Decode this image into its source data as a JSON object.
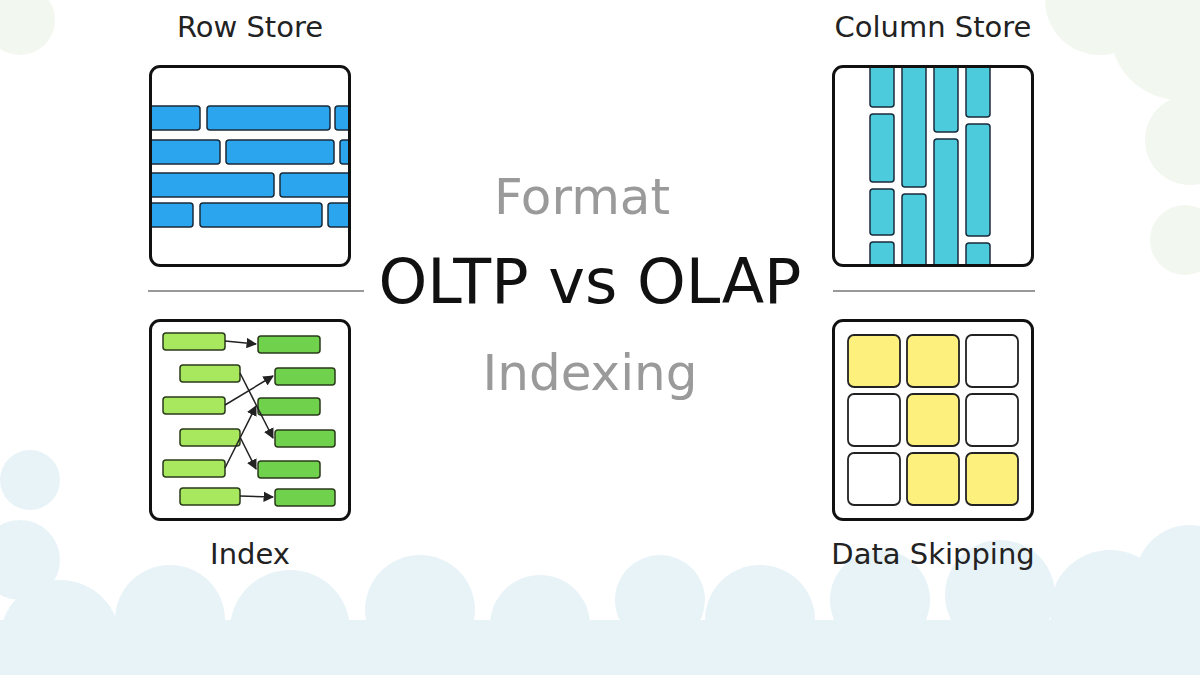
{
  "diagram": {
    "title": "OLTP vs OLAP",
    "nodes": [
      {
        "text": [
          "Row Store"
        ]
      },
      {
        "text": [
          "Column Store"
        ]
      },
      {
        "text": [
          "Index"
        ]
      },
      {
        "text": [
          "Data Skipping"
        ]
      }
    ],
    "labels": [
      "Format",
      "Indexing"
    ]
  }
}
